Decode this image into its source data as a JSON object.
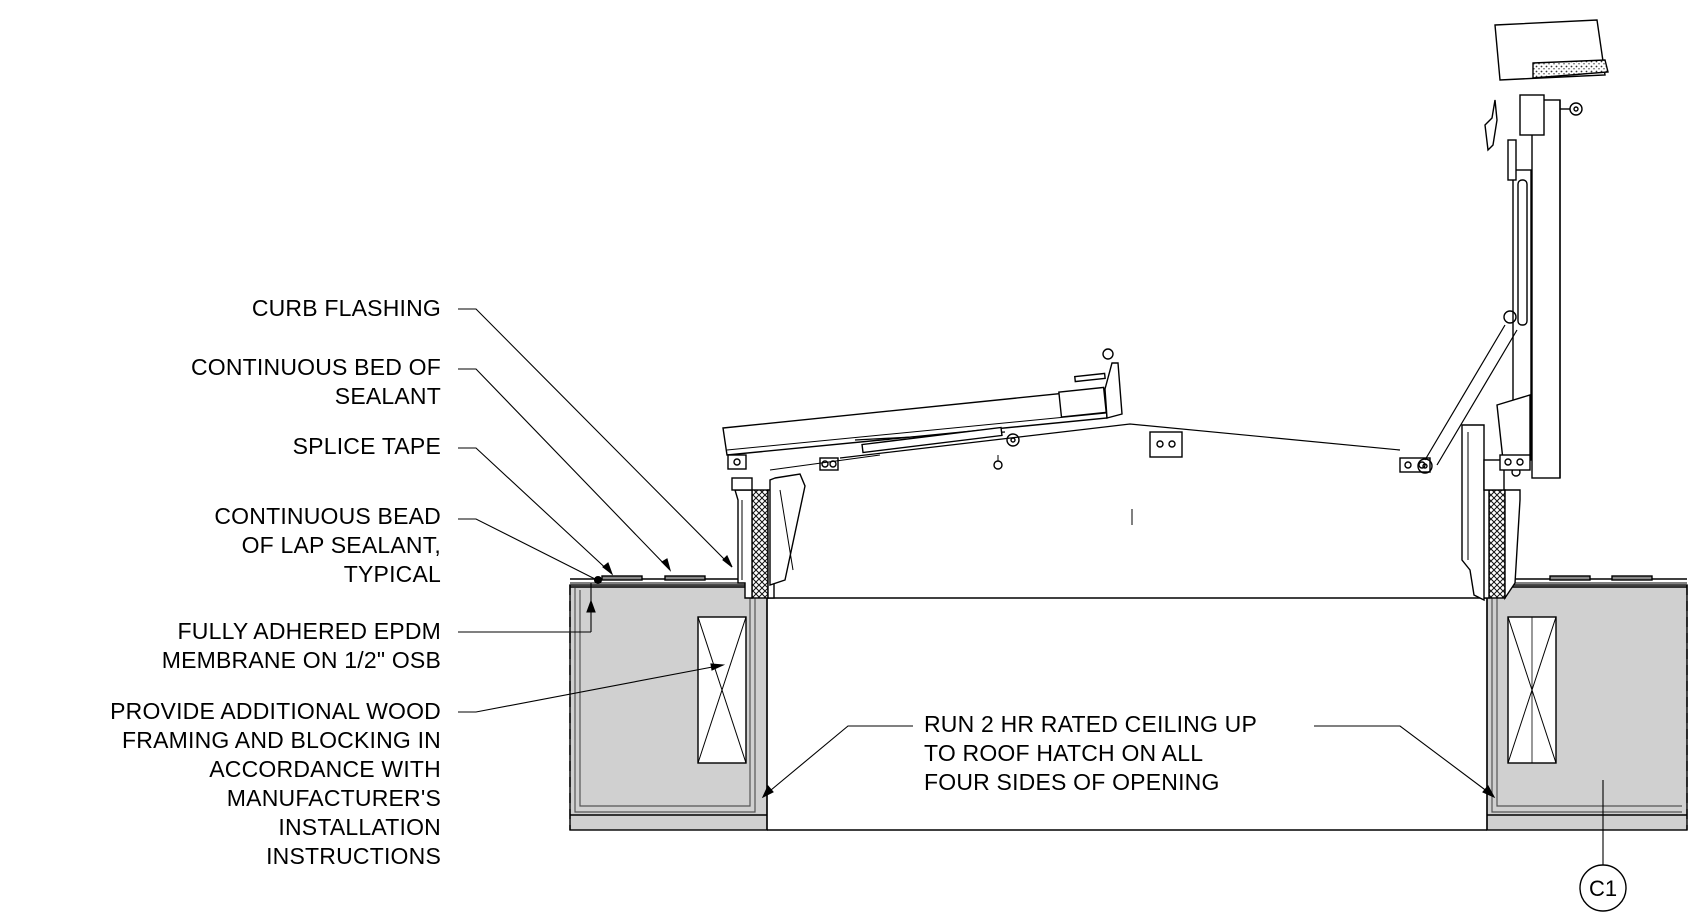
{
  "callouts": {
    "curb_flashing": "CURB FLASHING",
    "sealant_bed": "CONTINUOUS BED OF\nSEALANT",
    "splice_tape": "SPLICE TAPE",
    "lap_sealant": "CONTINUOUS BEAD\nOF LAP SEALANT,\nTYPICAL",
    "epdm_membrane": "FULLY ADHERED EPDM\nMEMBRANE ON 1/2\" OSB",
    "wood_framing": "PROVIDE ADDITIONAL WOOD\nFRAMING AND BLOCKING IN\nACCORDANCE WITH\nMANUFACTURER'S\nINSTALLATION\nINSTRUCTIONS",
    "ceiling_note": "RUN 2 HR RATED CEILING UP\nTO ROOF HATCH ON ALL\nFOUR SIDES OF OPENING"
  },
  "tag": {
    "label": "C1"
  },
  "colors": {
    "line": "#000000",
    "fill_gray": "#d0d0d0",
    "fill_light": "#eeeeee",
    "hatch_dark": "#444444"
  }
}
